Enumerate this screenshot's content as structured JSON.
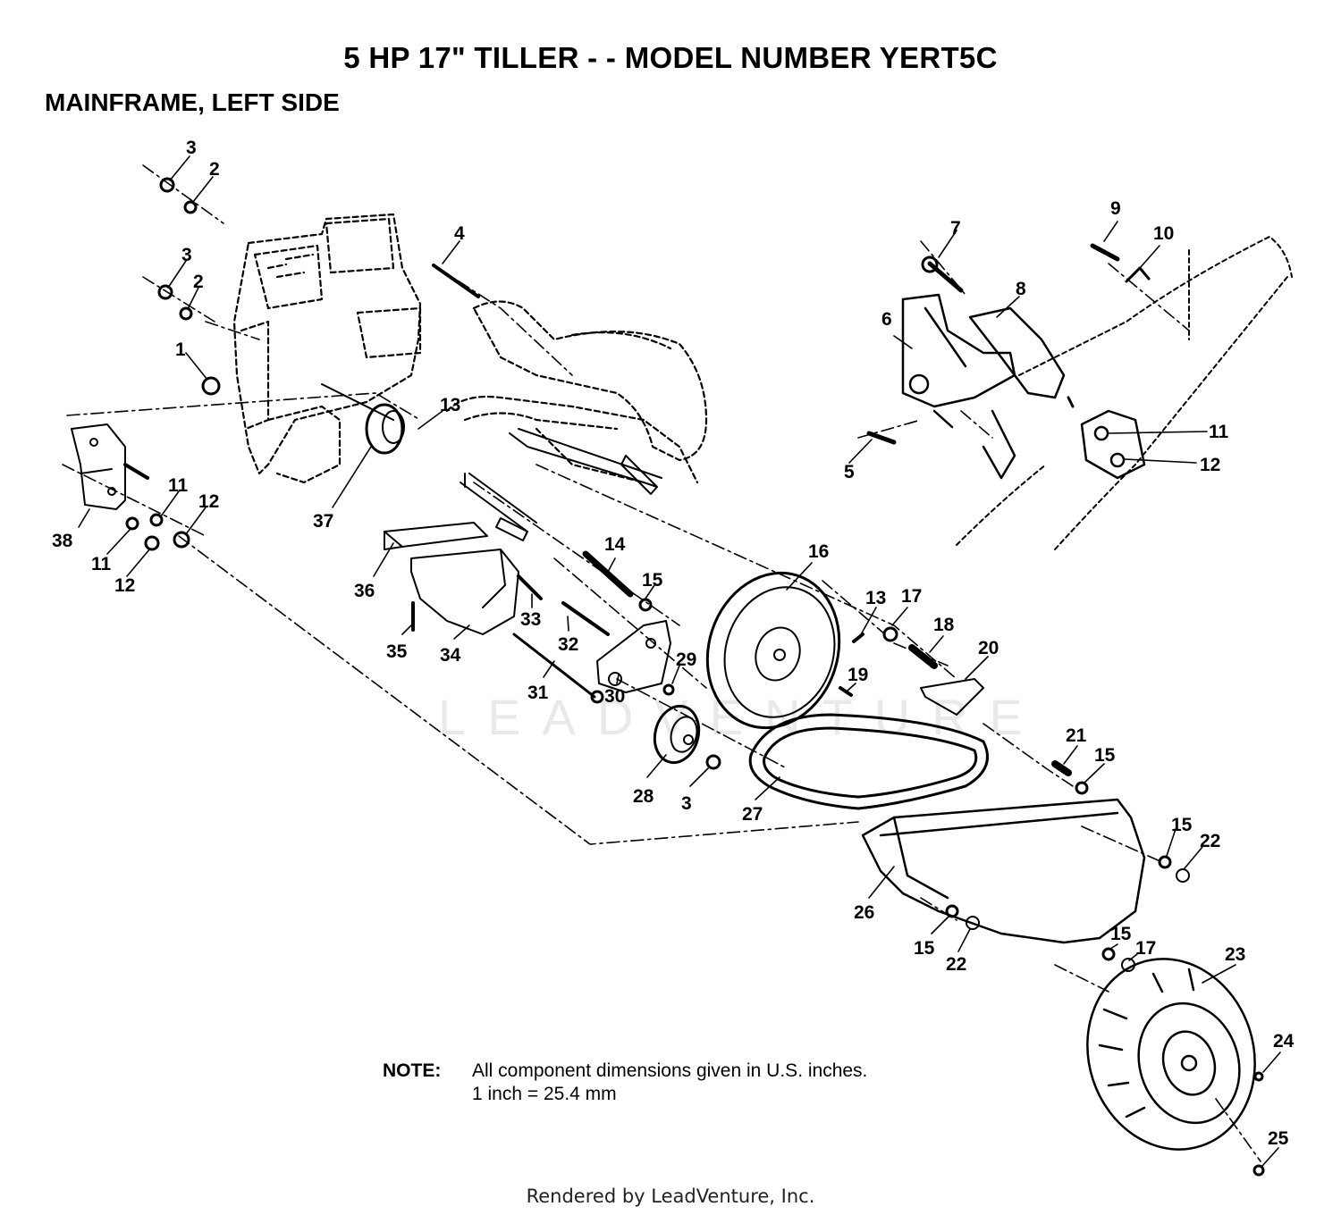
{
  "title": "5 HP  17\" TILLER - - MODEL NUMBER YERT5C",
  "subtitle": "MAINFRAME, LEFT SIDE",
  "note": {
    "label": "NOTE:",
    "line1": "All component dimensions given in U.S. inches.",
    "line2": "1 inch = 25.4 mm"
  },
  "footer": "Rendered by LeadVenture, Inc.",
  "watermark": "LEADVENTURE",
  "callouts": [
    {
      "id": "c3a",
      "text": "3"
    },
    {
      "id": "c2a",
      "text": "2"
    },
    {
      "id": "c3b",
      "text": "3"
    },
    {
      "id": "c2b",
      "text": "2"
    },
    {
      "id": "c1",
      "text": "1"
    },
    {
      "id": "c4",
      "text": "4"
    },
    {
      "id": "c13a",
      "text": "13"
    },
    {
      "id": "c37",
      "text": "37"
    },
    {
      "id": "c38",
      "text": "38"
    },
    {
      "id": "c11a",
      "text": "11"
    },
    {
      "id": "c12a",
      "text": "12"
    },
    {
      "id": "c11b",
      "text": "11"
    },
    {
      "id": "c12b",
      "text": "12"
    },
    {
      "id": "c36",
      "text": "36"
    },
    {
      "id": "c35",
      "text": "35"
    },
    {
      "id": "c34",
      "text": "34"
    },
    {
      "id": "c33",
      "text": "33"
    },
    {
      "id": "c32",
      "text": "32"
    },
    {
      "id": "c31",
      "text": "31"
    },
    {
      "id": "c30",
      "text": "30"
    },
    {
      "id": "c29",
      "text": "29"
    },
    {
      "id": "c14",
      "text": "14"
    },
    {
      "id": "c15a",
      "text": "15"
    },
    {
      "id": "c16",
      "text": "16"
    },
    {
      "id": "c28",
      "text": "28"
    },
    {
      "id": "c3c",
      "text": "3"
    },
    {
      "id": "c27",
      "text": "27"
    },
    {
      "id": "c13b",
      "text": "13"
    },
    {
      "id": "c17a",
      "text": "17"
    },
    {
      "id": "c18",
      "text": "18"
    },
    {
      "id": "c19",
      "text": "19"
    },
    {
      "id": "c20",
      "text": "20"
    },
    {
      "id": "c21",
      "text": "21"
    },
    {
      "id": "c15b",
      "text": "15"
    },
    {
      "id": "c26",
      "text": "26"
    },
    {
      "id": "c15c",
      "text": "15"
    },
    {
      "id": "c22a",
      "text": "22"
    },
    {
      "id": "c15d",
      "text": "15"
    },
    {
      "id": "c22b",
      "text": "22"
    },
    {
      "id": "c15e",
      "text": "15"
    },
    {
      "id": "c17b",
      "text": "17"
    },
    {
      "id": "c23",
      "text": "23"
    },
    {
      "id": "c24",
      "text": "24"
    },
    {
      "id": "c25",
      "text": "25"
    },
    {
      "id": "c7",
      "text": "7"
    },
    {
      "id": "c9",
      "text": "9"
    },
    {
      "id": "c10",
      "text": "10"
    },
    {
      "id": "c8",
      "text": "8"
    },
    {
      "id": "c6",
      "text": "6"
    },
    {
      "id": "c5",
      "text": "5"
    },
    {
      "id": "c11c",
      "text": "11"
    },
    {
      "id": "c12c",
      "text": "12"
    }
  ]
}
